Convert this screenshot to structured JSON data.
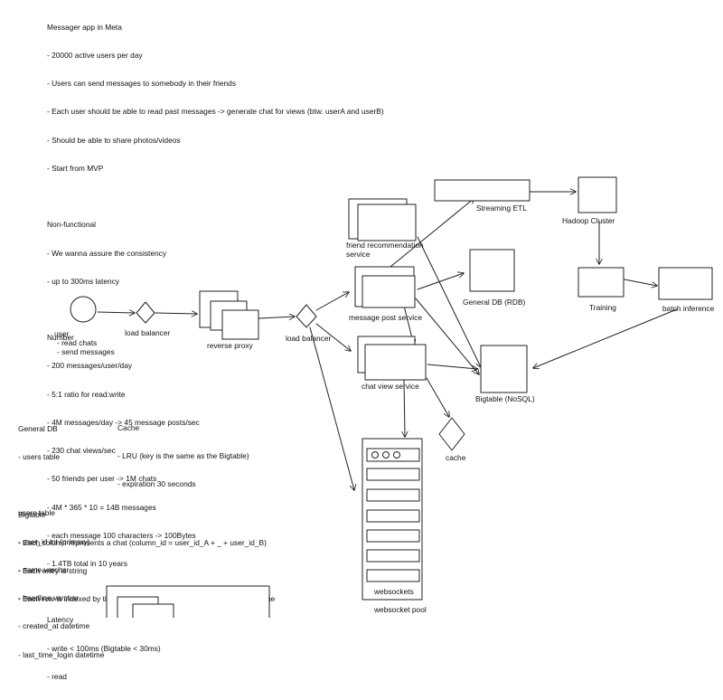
{
  "notes": {
    "requirements": {
      "title": "Messager app in Meta",
      "items": [
        "- 20000 active users per day",
        "- Users can send messages to somebody in their friends",
        "- Each user should be able to read past messages -> generate chat for views (btw. userA and userB)",
        "- Should be able to share photos/videos",
        "- Start from MVP"
      ]
    },
    "nonfunctional": {
      "title": "Non-functional",
      "items": [
        "- We wanna assure the consistency",
        "- up to 300ms latency"
      ]
    },
    "numbers": {
      "title": "Number",
      "items": [
        "- 200 messages/user/day",
        "- 5:1 ratio for read:write",
        "- 4M messages/day -> 45 message posts/sec",
        "- 230 chat views/sec",
        "- 50 friends per user -> 1M chats",
        "- 4M * 365 * 10 = 14B messages",
        "- each message 100 characters -> 100Bytes",
        "- 1.4TB total in 10 years"
      ]
    },
    "latency": {
      "title": "Latency",
      "items": [
        "- write < 100ms (Bigtable < 30ms)",
        "- read"
      ]
    },
    "general_db": {
      "title": "General DB",
      "items": [
        "- users table"
      ]
    },
    "users_table": {
      "title": "users table",
      "items": [
        "- user_id int (primary)",
        "- name varchar",
        "- headline varchar",
        "- created_at datetime",
        "- last_time_login datetime"
      ]
    },
    "bigtable": {
      "title": "Bigtable",
      "items": [
        "- Each column represents a chat (column_id = user_id_A + _ + user_id_B)",
        "- Each entry is string",
        "- Each row is indexed by timestamp + autoincrementing num of the message"
      ]
    },
    "cache": {
      "title": "Cache",
      "items": [
        "- LRU (key is the same as the Bigtable)",
        "- expiration 30 seconds"
      ]
    }
  },
  "diagram": {
    "user": {
      "label": "user",
      "items": [
        "- read chats",
        "- send messages"
      ]
    },
    "load_balancer_1": "load balancer",
    "reverse_proxy": "reverse proxy",
    "load_balancer_2": "load balancer",
    "friend_recommendation": [
      "friend recommendation",
      "service"
    ],
    "message_post_service": "message post service",
    "chat_view_service": "chat view service",
    "streaming_etl": "Streaming ETL",
    "hadoop_cluster": "Hadoop Cluster",
    "general_db": "General DB (RDB)",
    "training": "Training",
    "batch_inference": "batch inference",
    "bigtable": "Bigtable (NoSQL)",
    "cache": "cache",
    "websockets": "websockets",
    "websocket_pool": "websocket pool"
  }
}
